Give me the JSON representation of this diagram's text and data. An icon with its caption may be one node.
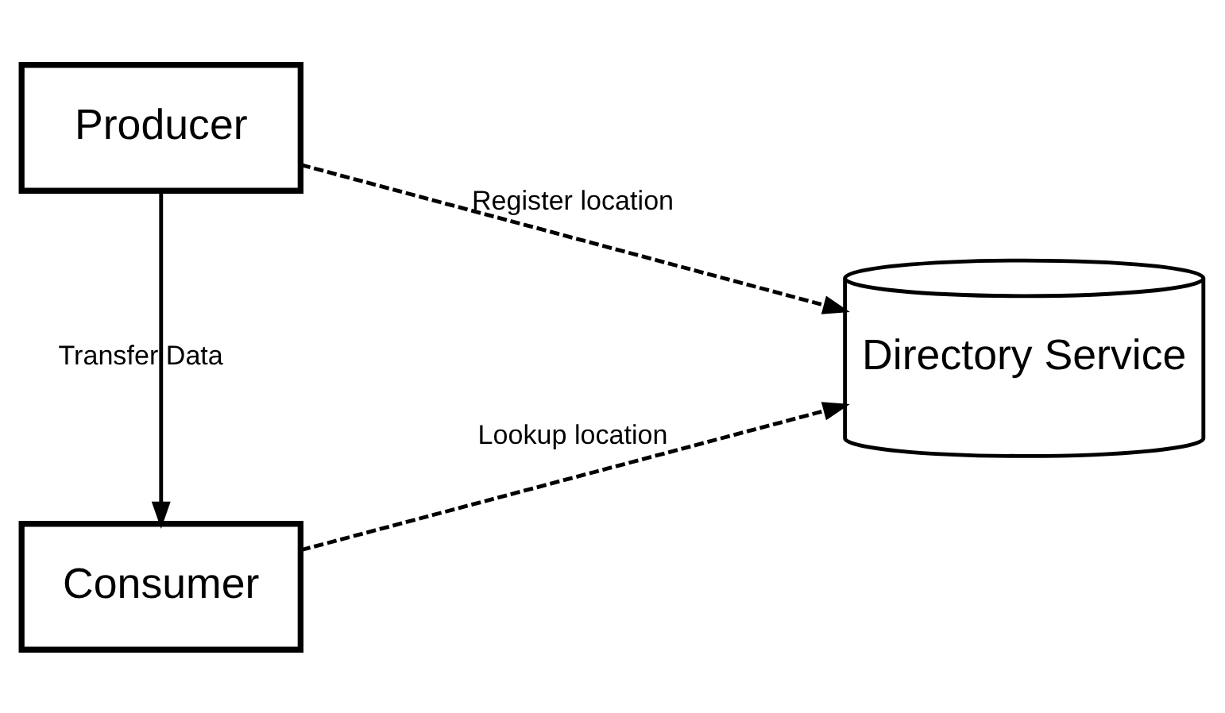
{
  "diagram": {
    "nodes": [
      {
        "text": [
          "Producer"
        ]
      },
      {
        "text": [
          "Consumer"
        ]
      },
      {
        "text": [
          "Directory Service"
        ]
      }
    ],
    "edges": [
      {
        "from": 0,
        "to": 2,
        "arrow": "to",
        "label": "Register location",
        "style": "dashed"
      },
      {
        "from": 0,
        "to": 1,
        "arrow": "to",
        "label": "Transfer Data"
      },
      {
        "from": 1,
        "to": 2,
        "arrow": "to",
        "label": "Lookup location",
        "style": "dashed"
      }
    ]
  }
}
